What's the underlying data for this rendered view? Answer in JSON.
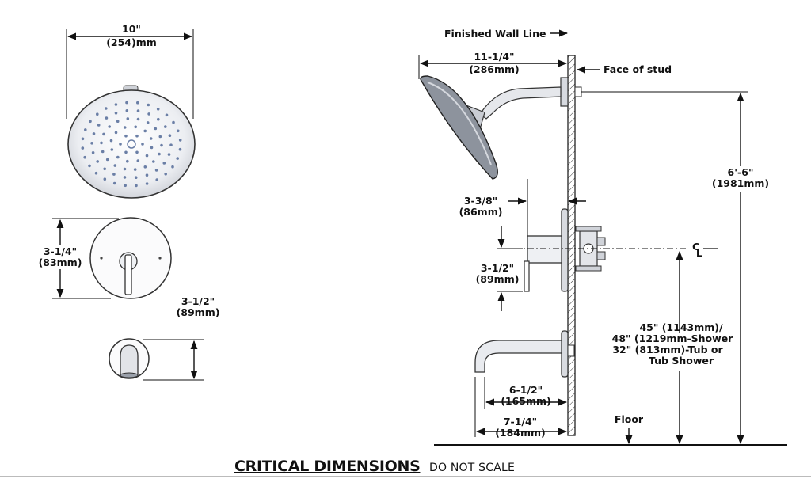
{
  "footer": {
    "title": "CRITICAL DIMENSIONS",
    "note": "DO NOT SCALE"
  },
  "front_views": {
    "showerhead_width": {
      "imperial": "10\"",
      "metric": "(254)mm"
    },
    "trim_height": {
      "imperial": "3-1/4\"",
      "metric": "(83mm)"
    },
    "spout_height": {
      "imperial": "3-1/2\"",
      "metric": "(89mm)"
    }
  },
  "side_view": {
    "finished_wall_line": "Finished Wall Line",
    "face_of_stud": "Face of stud",
    "arm_reach": {
      "imperial": "11-1/4\"",
      "metric": "(286mm)"
    },
    "overall_height": {
      "imperial": "6'-6\"",
      "metric": "(1981mm)"
    },
    "handle_projection": {
      "imperial": "3-3/8\"",
      "metric": "(86mm)"
    },
    "handle_height": {
      "imperial": "3-1/2\"",
      "metric": "(89mm)"
    },
    "centerline_symbol": "C",
    "centerline_sub": "L",
    "valve_height_lines": [
      "45\" (1143mm)/",
      "48\" (1219mm-Shower",
      "32\" (813mm)-Tub or",
      "Tub Shower"
    ],
    "spout_reach_short": {
      "imperial": "6-1/2\"",
      "metric": "(165mm)"
    },
    "spout_reach_long": {
      "imperial": "7-1/4\"",
      "metric": "(184mm)"
    },
    "floor": "Floor"
  }
}
